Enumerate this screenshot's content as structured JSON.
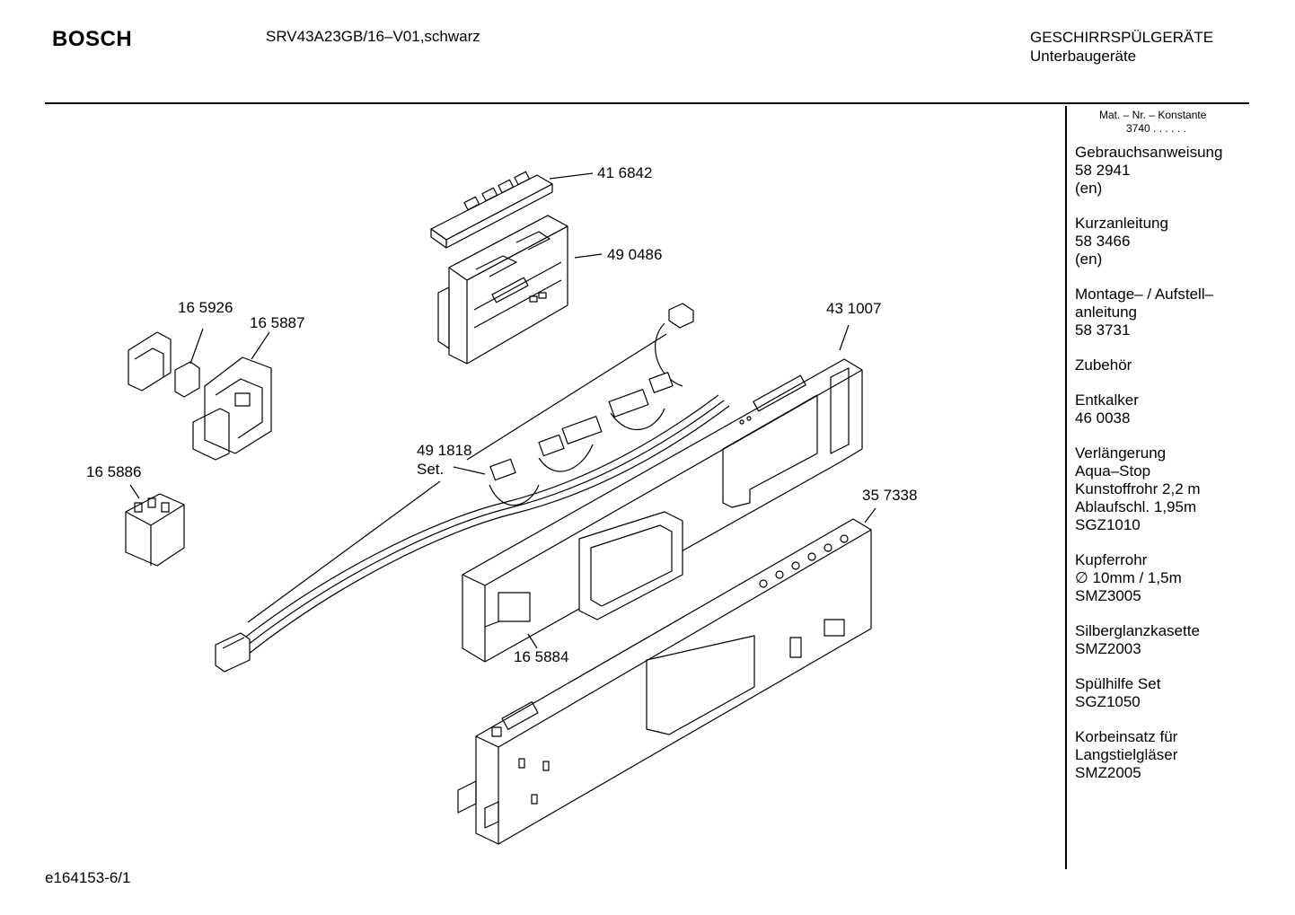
{
  "header": {
    "brand": "BOSCH",
    "model": "SRV43A23GB/16–V01,schwarz",
    "category_line1": "GESCHIRRSPÜLGERÄTE",
    "category_line2": "Unterbaugeräte"
  },
  "footer": {
    "drawing_id": "e164153-6/1"
  },
  "sidebar": {
    "mat_label": "Mat. – Nr. – Konstante",
    "mat_value": "3740 . . . . . .",
    "blocks": [
      {
        "lines": [
          "Gebrauchsanweisung",
          "58 2941",
          "(en)"
        ]
      },
      {
        "lines": [
          "Kurzanleitung",
          "58 3466",
          "(en)"
        ]
      },
      {
        "lines": [
          "Montage– / Aufstell–",
          "anleitung",
          "58 3731"
        ]
      },
      {
        "lines": [
          "Zubehör"
        ]
      },
      {
        "lines": [
          "Entkalker",
          "46 0038"
        ]
      },
      {
        "lines": [
          "Verlängerung",
          "Aqua–Stop",
          "Kunstoffrohr 2,2 m",
          "Ablaufschl. 1,95m",
          "SGZ1010"
        ]
      },
      {
        "lines": [
          "Kupferrohr",
          "∅ 10mm / 1,5m",
          "SMZ3005"
        ]
      },
      {
        "lines": [
          "Silberglanzkasette",
          "SMZ2003"
        ]
      },
      {
        "lines": [
          "Spülhilfe Set",
          "SGZ1050"
        ]
      },
      {
        "lines": [
          "Korbeinsatz für",
          "Langstielgläser",
          "SMZ2005"
        ]
      }
    ]
  },
  "parts": {
    "p416842": "41 6842",
    "p490486": "49 0486",
    "p165926": "16 5926",
    "p165887": "16 5887",
    "p431007": "43 1007",
    "p491818": "49 1818",
    "p491818_set": "Set.",
    "p165886": "16 5886",
    "p357338": "35 7338",
    "p165884": "16 5884"
  }
}
